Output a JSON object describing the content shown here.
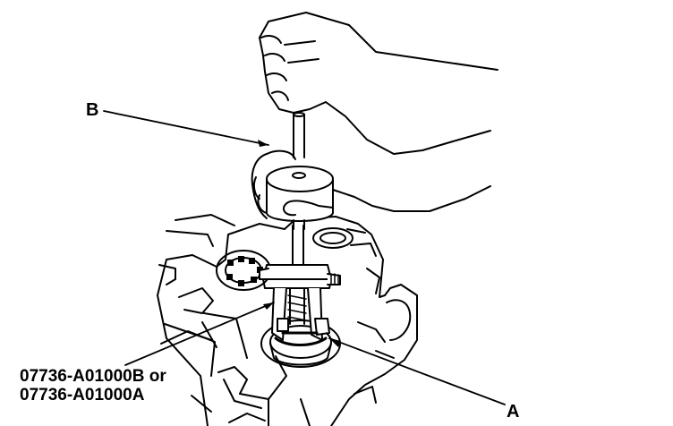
{
  "labels": {
    "b": "B",
    "a": "A",
    "tool_line1": "07736-A01000B or",
    "tool_line2": "07736-A01000A"
  },
  "colors": {
    "ink": "#000000",
    "paper": "#ffffff"
  }
}
